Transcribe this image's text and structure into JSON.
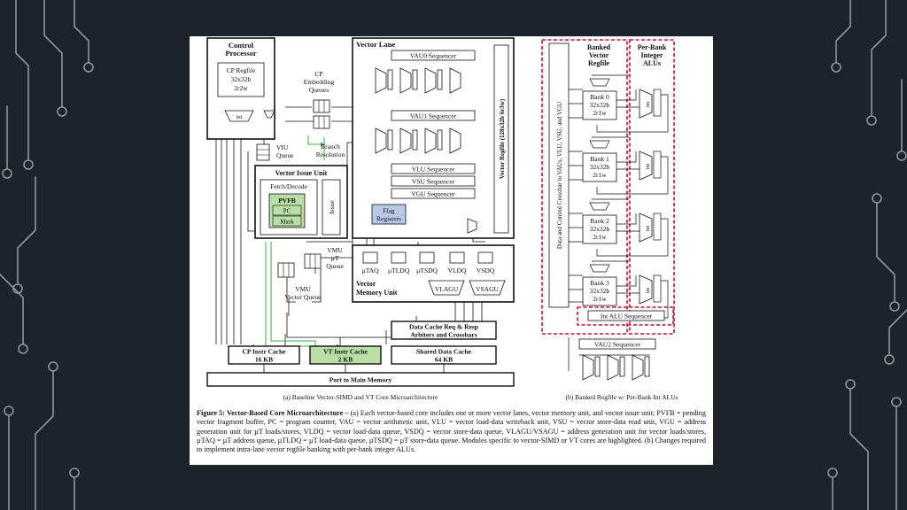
{
  "slide": {
    "background": "#1e2229",
    "circuit_color": "#8a97a3"
  },
  "diagram": {
    "control_processor": {
      "title_l1": "Control",
      "title_l2": "Processor",
      "regfile_l1": "CP Regfile",
      "regfile_l2": "32x32b",
      "regfile_l3": "2r2w",
      "alu": "int"
    },
    "cp_queues": {
      "l1": "CP",
      "l2": "Embedding",
      "l3": "Queues"
    },
    "viu_queue": {
      "l1": "VIU",
      "l2": "Queue"
    },
    "branch": {
      "l1": "Branch",
      "l2": "Resolution"
    },
    "vector_issue_unit": {
      "title": "Vector Issue Unit",
      "fetch": "Fetch/Decode",
      "pvfb": "PVFB",
      "pc": "PC",
      "mask": "Mask",
      "issue": "Issue"
    },
    "vmu_ut_queue": {
      "l1": "VMU",
      "l2": "µT",
      "l3": "Queue"
    },
    "vmu_vector_queue": {
      "l1": "VMU",
      "l2": "Vector Queue"
    },
    "vector_lane": {
      "title": "Vector Lane",
      "vau0": "VAU0 Sequencer",
      "vau1": "VAU1 Sequencer",
      "vlu": "VLU Sequencer",
      "vsu": "VSU Sequencer",
      "vgu": "VGU Sequencer",
      "flag_l1": "Flag",
      "flag_l2": "Registers",
      "regfile": "Vector Regfile (128x32b 6r3w)"
    },
    "vmu": {
      "title_l1": "Vector",
      "title_l2": "Memory Unit",
      "q1": "µTAQ",
      "q2": "µTLDQ",
      "q3": "µTSDQ",
      "q4": "VLDQ",
      "q5": "VSDQ",
      "agu1": "VLAGU",
      "agu2": "VSAGU"
    },
    "data_cache_arb": {
      "l1": "Data Cache Req & Resp",
      "l2": "Arbiters and Crossbars"
    },
    "cp_icache": {
      "l1": "CP Instr Cache",
      "l2": "16 KB"
    },
    "vt_icache": {
      "l1": "VT Instr Cache",
      "l2": "2 KB"
    },
    "shared_dcache": {
      "l1": "Shared Data Cache",
      "l2": "64 KB"
    },
    "port": "Port to Main Memory",
    "caption_a": "(a) Baseline Vector-SIMD and VT Core Microarchitecture",
    "banked": {
      "crossbar": "Data and Control Crossbar to VAUs, VLU, VSU, and VGU",
      "title_l1": "Banked",
      "title_l2": "Vector",
      "title_l3": "Regfile",
      "alu_title_l1": "Per-Bank",
      "alu_title_l2": "Integer",
      "alu_title_l3": "ALUs",
      "banks": [
        {
          "l1": "Bank 0",
          "l2": "32x32b",
          "l3": "2r1w"
        },
        {
          "l1": "Bank 1",
          "l2": "32x32b",
          "l3": "2r1w"
        },
        {
          "l1": "Bank 2",
          "l2": "32x32b",
          "l3": "2r1w"
        },
        {
          "l1": "Bank 3",
          "l2": "32x32b",
          "l3": "2r1w"
        }
      ],
      "alu": "int",
      "int_alu_seq": "Int ALU Sequencer",
      "vau2_seq": "VAU2 Sequencer",
      "caption_b": "(b) Banked Regfile w/ Per-Bank Int ALUs"
    },
    "colors": {
      "highlight_green": "#b9dea6",
      "highlight_blue": "#b7c9e8",
      "dashed_red": "#c8102e",
      "green_line": "#3aa845"
    }
  },
  "caption": {
    "figure_label": "Figure 5: Vector-Based Core Microarchitecture –",
    "text": "(a) Each vector-based core includes one or more vector lanes, vector memory unit, and vector issue unit; PVFB = pending vector fragment buffer, PC = program counter, VAU = vector arithmetic unit, VLU = vector load-data writeback unit, VSU = vector store-data read unit, VGU = address generation unit for µT loads/stores, VLDQ = vector load-data queue, VSDQ = vector store-data queue, VLAGU/VSAGU = address generation unit for vector loads/stores, µTAQ = µT address queue, µTLDQ = µT load-data queue, µTSDQ = µT store-data queue. Modules specific to vector-SIMD or VT cores are highlighted. (b) Changes required to implement intra-lane vector regfile banking with per-bank integer ALUs."
  }
}
